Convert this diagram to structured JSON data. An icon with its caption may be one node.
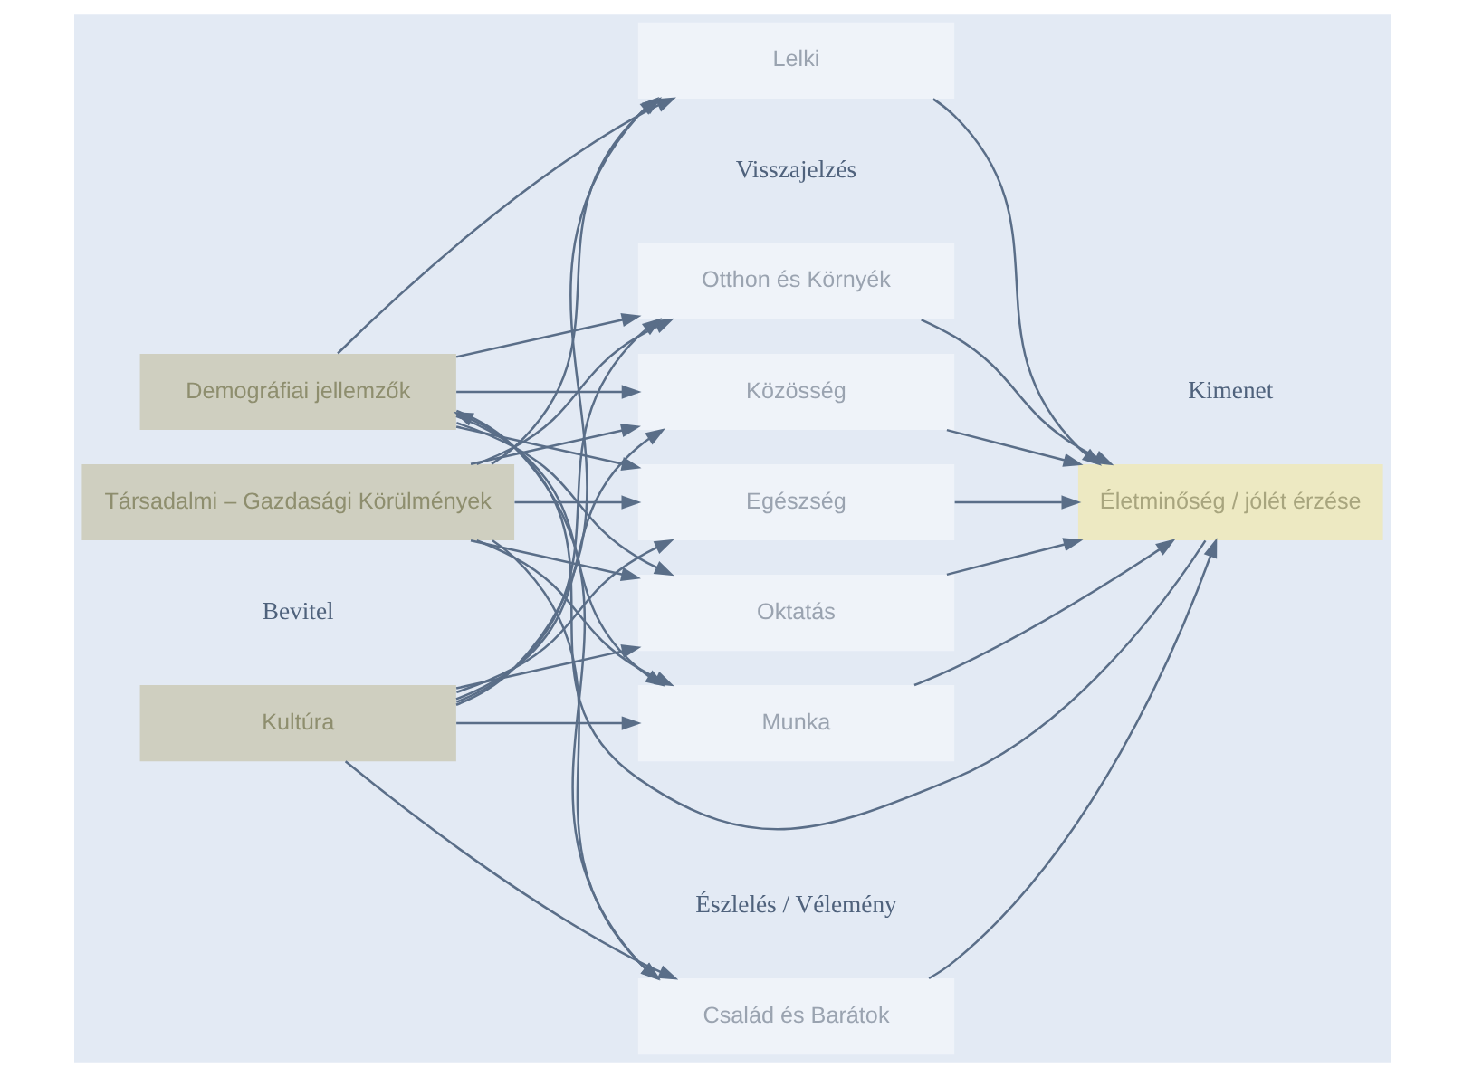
{
  "diagram": {
    "nodes": [
      {
        "text": [
          "Kultúra"
        ]
      },
      {
        "text": [
          "Demográfiai jellemzők"
        ]
      },
      {
        "text": [
          "Társadalmi – Gazdasági Körülmények"
        ]
      },
      {
        "text": [
          "Család és Barátok"
        ]
      },
      {
        "text": [
          "Munka"
        ]
      },
      {
        "text": [
          "Otthon és Környék"
        ]
      },
      {
        "text": [
          "Közösség"
        ]
      },
      {
        "text": [
          "Egészség"
        ]
      },
      {
        "text": [
          "Oktatás"
        ]
      },
      {
        "text": [
          "Lelki"
        ]
      },
      {
        "text": [
          "Életminőség / jólét érzése"
        ]
      }
    ],
    "edges": [
      {
        "from": 0,
        "to": 3,
        "arrow": "to"
      },
      {
        "from": 0,
        "to": 4,
        "arrow": "to"
      },
      {
        "from": 0,
        "to": 5,
        "arrow": "to"
      },
      {
        "from": 0,
        "to": 6,
        "arrow": "to"
      },
      {
        "from": 0,
        "to": 7,
        "arrow": "to"
      },
      {
        "from": 0,
        "to": 8,
        "arrow": "to"
      },
      {
        "from": 0,
        "to": 9,
        "arrow": "to"
      },
      {
        "from": 1,
        "to": 3,
        "arrow": "to"
      },
      {
        "from": 1,
        "to": 4,
        "arrow": "to"
      },
      {
        "from": 1,
        "to": 5,
        "arrow": "to"
      },
      {
        "from": 1,
        "to": 6,
        "arrow": "to"
      },
      {
        "from": 1,
        "to": 7,
        "arrow": "to"
      },
      {
        "from": 1,
        "to": 8,
        "arrow": "to"
      },
      {
        "from": 1,
        "to": 9,
        "arrow": "to"
      },
      {
        "from": 2,
        "to": 3,
        "arrow": "to"
      },
      {
        "from": 2,
        "to": 4,
        "arrow": "to"
      },
      {
        "from": 2,
        "to": 5,
        "arrow": "to"
      },
      {
        "from": 2,
        "to": 6,
        "arrow": "to"
      },
      {
        "from": 2,
        "to": 7,
        "arrow": "to"
      },
      {
        "from": 2,
        "to": 8,
        "arrow": "to"
      },
      {
        "from": 2,
        "to": 9,
        "arrow": "to"
      },
      {
        "from": 3,
        "to": 10,
        "arrow": "to"
      },
      {
        "from": 4,
        "to": 10,
        "arrow": "to"
      },
      {
        "from": 5,
        "to": 10,
        "arrow": "to"
      },
      {
        "from": 6,
        "to": 10,
        "arrow": "to"
      },
      {
        "from": 7,
        "to": 10,
        "arrow": "to"
      },
      {
        "from": 8,
        "to": 10,
        "arrow": "to"
      },
      {
        "from": 9,
        "to": 10,
        "arrow": "to"
      },
      {
        "from": 10,
        "to": 1,
        "arrow": "to"
      }
    ],
    "labels": [
      "Bevitel",
      "Észlelés / Vélemény",
      "Kimenet",
      "Visszajelzés"
    ]
  }
}
